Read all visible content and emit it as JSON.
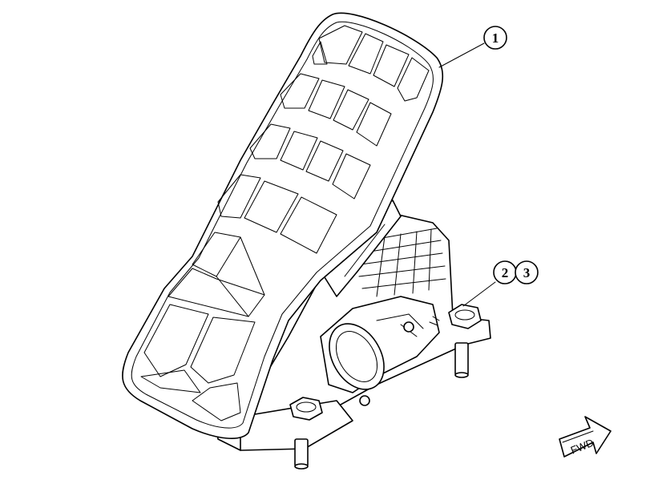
{
  "callouts": [
    {
      "id": "callout-1",
      "label": "1"
    },
    {
      "id": "callout-2",
      "label": "2"
    },
    {
      "id": "callout-3",
      "label": "3"
    }
  ],
  "direction_marker": {
    "label": "FWD",
    "icon": "forward-arrow-icon"
  },
  "illustration": {
    "icon": "accelerator-pedal-assembly-icon"
  }
}
